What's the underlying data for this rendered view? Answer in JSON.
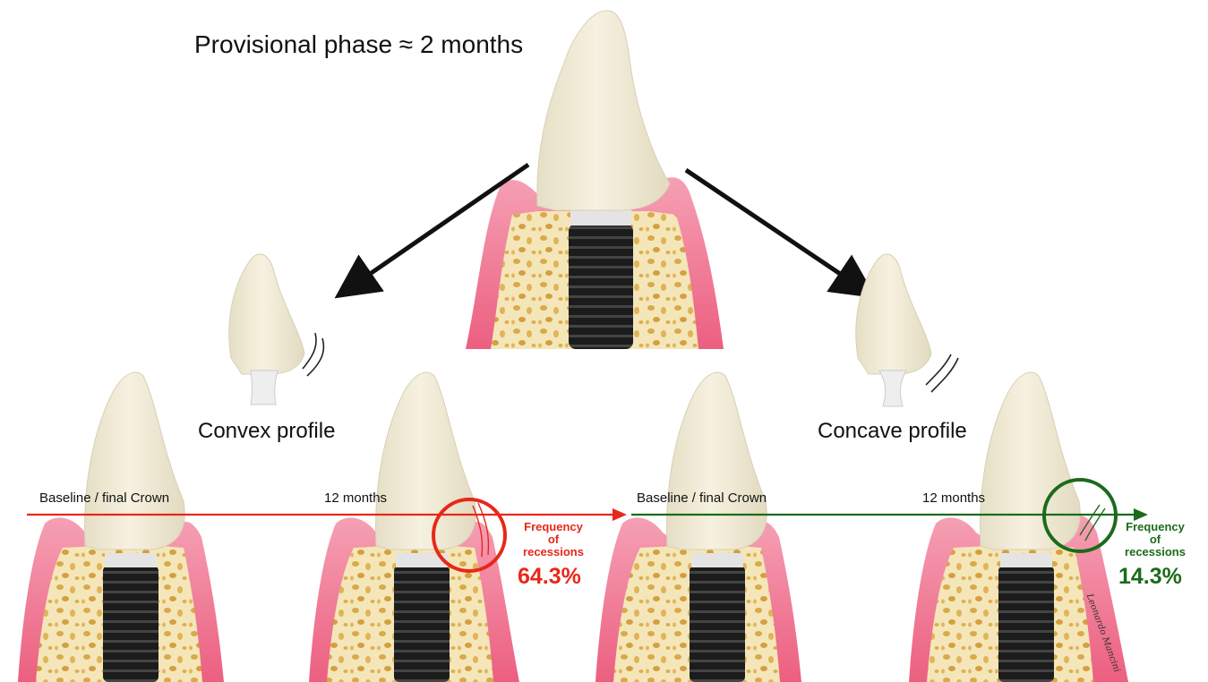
{
  "title": "Provisional phase ≈ 2 months",
  "branches": {
    "convex": {
      "label": "Convex profile",
      "baseline_label": "Baseline / final Crown",
      "followup_label": "12 months",
      "result_label": "Frequency\nof\nrecessions",
      "result_value": "64.3%",
      "color": "#e8271a"
    },
    "concave": {
      "label": "Concave profile",
      "baseline_label": "Baseline / final Crown",
      "followup_label": "12 months",
      "result_label": "Frequency\nof\nrecessions",
      "result_value": "14.3%",
      "color": "#1b6b1b"
    }
  },
  "signature": "Leonardo Mancini",
  "colors": {
    "gingiva": "#f06a8a",
    "bone": "#f3e3b0",
    "tooth": "#f2ecd6",
    "implant": "#1d1d1d"
  }
}
